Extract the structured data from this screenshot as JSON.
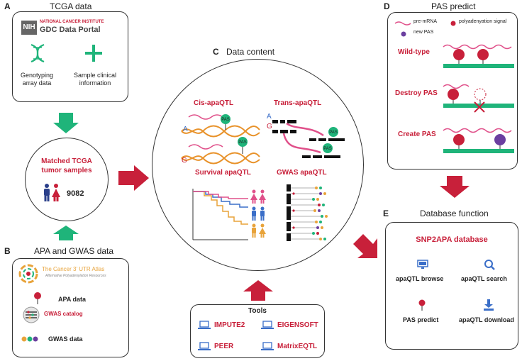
{
  "panelA": {
    "letter": "A",
    "title": "TCGA data",
    "nih_tag": "NIH",
    "nci_name": "NATIONAL CANCER INSTITUTE",
    "portal": "GDC Data Portal",
    "item1": [
      "Genotyping",
      "array data"
    ],
    "item2": [
      "Sample clinical",
      "information"
    ]
  },
  "matched": {
    "title": [
      "Matched TCGA",
      "tumor samples"
    ],
    "count": "9082"
  },
  "panelB": {
    "letter": "B",
    "title": "APA and GWAS data",
    "atlas_name": "The Cancer 3' UTR Atlas",
    "atlas_sub": "Alternative Polyadenylation Resources",
    "apa_label": "APA data",
    "gwas_catalog": "GWAS catalog",
    "gwas_label": "GWAS data"
  },
  "panelC": {
    "letter": "C",
    "title": "Data content",
    "cis": "Cis-apaQTL",
    "trans": "Trans-apaQTL",
    "survival": "Survival apaQTL",
    "gwas": "GWAS apaQTL",
    "allele_a": "A",
    "allele_g": "G",
    "pas": "PAS"
  },
  "tools": {
    "title": "Tools",
    "items": [
      "IMPUTE2",
      "EIGENSOFT",
      "PEER",
      "MatrixEQTL"
    ]
  },
  "panelD": {
    "letter": "D",
    "title": "PAS predict",
    "legend_premrna": "pre-mRNA",
    "legend_signal": "polyadenyation signal",
    "legend_newpas": "new PAS",
    "wild": "Wild-type",
    "destroy": "Destroy PAS",
    "create": "Create PAS"
  },
  "panelE": {
    "letter": "E",
    "title": "Database function",
    "db_name": "SNP2APA database",
    "browse": "apaQTL browse",
    "search": "apaQTL search",
    "predict": "PAS predict",
    "download": "apaQTL download"
  },
  "colors": {
    "accent_red": "#c8203a",
    "accent_green": "#1fb47a",
    "new_pas_purple": "#6b3fa0",
    "premrna_pink": "#e0508a"
  }
}
